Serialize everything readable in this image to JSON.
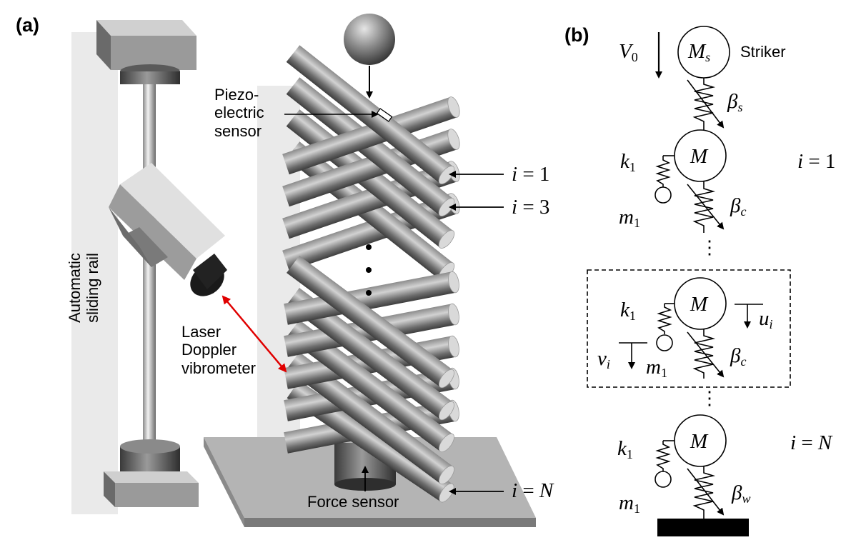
{
  "panel_a_label": "(a)",
  "panel_b_label": "(b)",
  "rail_label_line1": "Automatic",
  "rail_label_line2": "sliding rail",
  "piezo_line1": "Piezo-",
  "piezo_line2": "electric",
  "piezo_line3": "sensor",
  "laser_line1": "Laser",
  "laser_line2": "Doppler",
  "laser_line3": "vibrometer",
  "force_sensor": "Force sensor",
  "striker": "Striker",
  "index_eq": "=",
  "index_one": "1",
  "index_three": "3",
  "index_n": "N",
  "sym_i": "i",
  "sym_V": "V",
  "sym_V_sub": "0",
  "sym_M": "M",
  "sym_s": "s",
  "sym_beta": "β",
  "sym_c": "c",
  "sym_w": "w",
  "sym_k": "k",
  "sym_k_sub": "1",
  "sym_m": "m",
  "sym_m_sub": "1",
  "sym_u": "u",
  "sym_v": "v",
  "ellipsis": "⋮",
  "colors": {
    "rod_dark": "#4a4a4a",
    "rod_light": "#bdbdbd",
    "laser_arrow": "#e00000",
    "base_plate": "#a8a8a8",
    "ground": "#000000"
  }
}
